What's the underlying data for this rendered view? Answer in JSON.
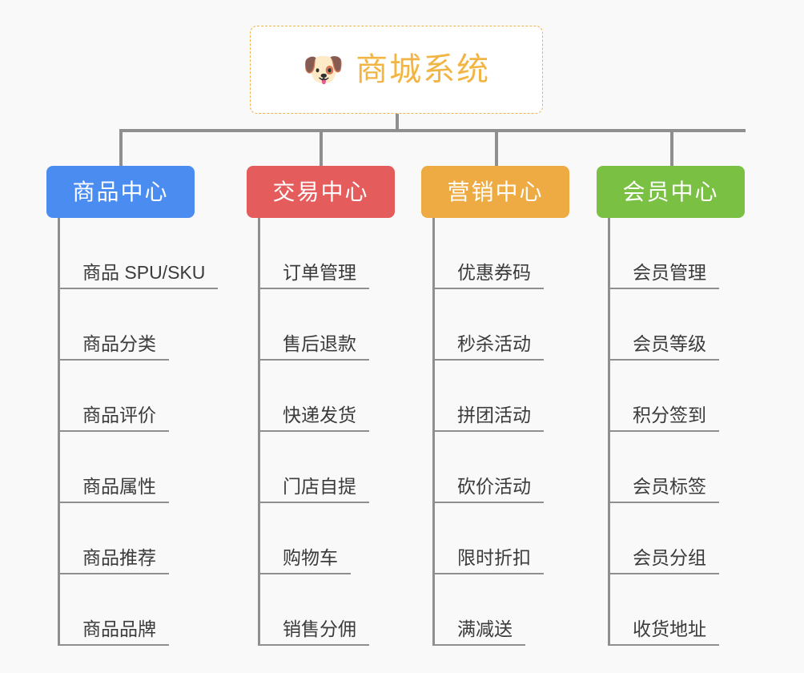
{
  "canvas": {
    "background": "#f9f9f9",
    "connector_color": "#8f8f8f"
  },
  "root": {
    "icon": "shiba-dog-face-icon",
    "emoji": "🐶",
    "title": "商城系统",
    "text_color": "#f2b544",
    "border_color": "#f0b34a",
    "background": "#ffffff"
  },
  "categories": [
    {
      "title": "商品中心",
      "color": "#4a8cf0",
      "items": [
        "商品 SPU/SKU",
        "商品分类",
        "商品评价",
        "商品属性",
        "商品推荐",
        "商品品牌"
      ]
    },
    {
      "title": "交易中心",
      "color": "#e45c5c",
      "items": [
        "订单管理",
        "售后退款",
        "快递发货",
        "门店自提",
        "购物车",
        "销售分佣"
      ]
    },
    {
      "title": "营销中心",
      "color": "#eeab43",
      "items": [
        "优惠券码",
        "秒杀活动",
        "拼团活动",
        "砍价活动",
        "限时折扣",
        "满减送"
      ]
    },
    {
      "title": "会员中心",
      "color": "#7ac143",
      "items": [
        "会员管理",
        "会员等级",
        "积分签到",
        "会员标签",
        "会员分组",
        "收货地址"
      ]
    }
  ]
}
